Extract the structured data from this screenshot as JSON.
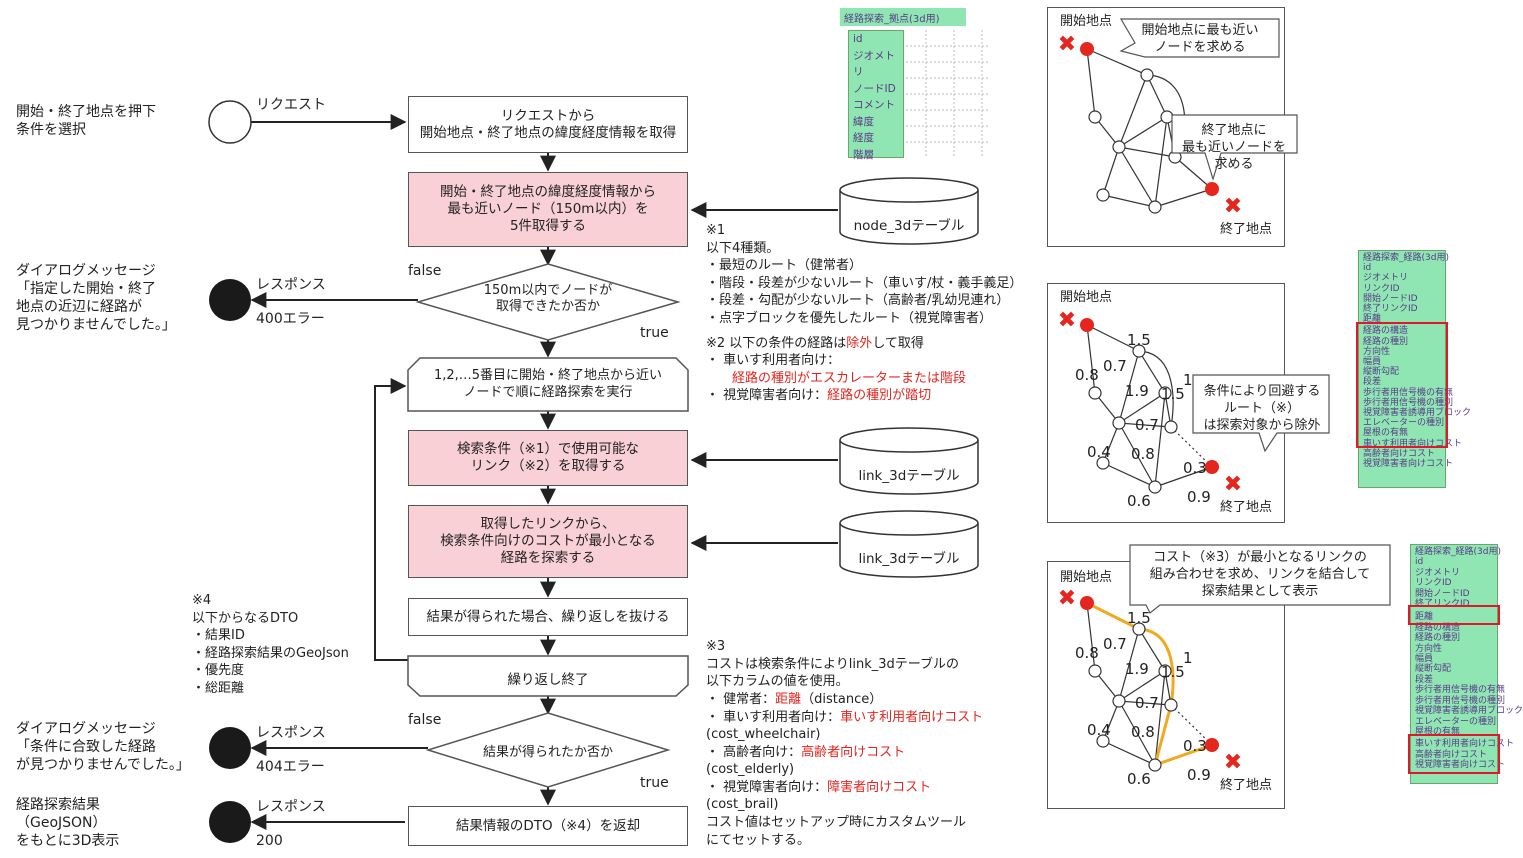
{
  "left": {
    "start_label": "開始・終了地点を押下\n条件を選択",
    "request": "リクエスト",
    "dialog1": "ダイアログメッセージ\n「指定した開始・終了\n地点の近辺に経路が\n見つかりませんでした。」",
    "dialog2": "ダイアログメッセージ\n「条件に合致した経路\nが見つかりませんでした。」",
    "result_label": "経路探索結果\n（GeoJSON）\nをもとに3D表示",
    "response": "レスポンス",
    "err400": "400エラー",
    "err404": "404エラー",
    "ok200": "200",
    "dto_note": "※4\n以下からなるDTO\n・結果ID\n・経路探索結果のGeoJson\n・優先度\n・総距離"
  },
  "flow": {
    "s1": "リクエストから\n開始地点・終了地点の緯度経度情報を取得",
    "s2": "開始・終了地点の緯度経度情報から\n最も近いノード（150m以内）を\n5件取得する",
    "d1": "150m以内でノードが\n取得できたか否か",
    "s3": "1,2,…5番目に開始・終了地点から近い\nノードで順に経路探索を実行",
    "s4": "検索条件（※1）で使用可能な\nリンク（※2）を取得する",
    "s5": "取得したリンクから、\n検索条件向けのコストが最小となる\n経路を探索する",
    "s6": "結果が得られた場合、繰り返しを抜ける",
    "s7": "繰り返し終了",
    "d2": "結果が得られたか否か",
    "s8": "結果情報のDTO（※4）を返却",
    "false": "false",
    "true": "true"
  },
  "db": {
    "node": "node_3dテーブル",
    "link1": "link_3dテーブル",
    "link2": "link_3dテーブル"
  },
  "notes": {
    "n1": "※1\n以下4種類。\n・最短のルート（健常者）\n・階段・段差が少ないルート（車いす/杖・義手義足）\n・段差・勾配が少ないルート（高齢者/乳幼児連れ）\n・点字ブロックを優先したルート（視覚障害者）",
    "n2a": "※2 以下の条件の経路は",
    "n2b": "除外",
    "n2c": "して取得",
    "n2d": "・ 車いす利用者向け：",
    "n2e": "経路の種別がエスカレーターまたは階段",
    "n2f": "・ 視覚障害者向け：",
    "n2g": "経路の種別が踏切",
    "n3a": "※3\nコストは検索条件によりlink_3dテーブルの\n以下カラムの値を使用。",
    "n3_1": "・ 健常者：",
    "n3_1r": "距離",
    "n3_1b": "（distance）",
    "n3_2": "・ 車いす利用者向け：",
    "n3_2r": "車いす利用者向けコスト",
    "n3_2b": "(cost_wheelchair)",
    "n3_3": "・ 高齢者向け：",
    "n3_3r": "高齢者向けコスト",
    "n3_3b": "(cost_elderly)",
    "n3_4": "・ 視覚障害者向け：",
    "n3_4r": "障害者向けコスト",
    "n3_4b": "(cost_brail)",
    "n3_end": "コスト値はセットアップ時にカスタムツール\nにてセットする。"
  },
  "tables": {
    "node_title": "経路探索_拠点(3d用)",
    "node_pk": "id",
    "node_cols": [
      "ジオメトリ",
      "ノードID",
      "コメント",
      "緯度",
      "経度",
      "階層"
    ],
    "link1_title": "経路探索_経路(3d用)",
    "link1_top": [
      "id",
      "ジオメトリ",
      "リンクID",
      "開始ノードID",
      "終了リンクID",
      "距離"
    ],
    "link1_hl": [
      "経路の構造",
      "経路の種別",
      "方向性",
      "幅員",
      "縦断勾配",
      "段差",
      "歩行者用信号機の有無",
      "歩行者用信号機の種別",
      "視覚障害者誘導用ブロック",
      "エレベーターの種別",
      "屋根の有無"
    ],
    "link1_bottom": [
      "車いす利用者向けコスト",
      "高齢者向けコスト",
      "視覚障害者向けコスト"
    ],
    "link2_title": "経路探索_経路(3d用)",
    "link2_top": [
      "id",
      "ジオメトリ",
      "リンクID",
      "開始ノードID",
      "終了リンクID"
    ],
    "link2_hl": "距離",
    "link2_mid": [
      "経路の構造",
      "経路の種別",
      "方向性",
      "幅員",
      "縦断勾配",
      "段差",
      "歩行者用信号機の有無",
      "歩行者用信号機の種別",
      "視覚障害者誘導用ブロック",
      "エレベーターの種別",
      "屋根の有無"
    ],
    "link2_bottom": [
      "車いす利用者向けコスト",
      "高齢者向けコスト",
      "視覚障害者向けコスト"
    ]
  },
  "maps": {
    "start": "開始地点",
    "end": "終了地点",
    "callout1": "開始地点に最も近い\nノードを求める",
    "callout2": "終了地点に\n最も近いノードを\n求める",
    "callout3": "条件により回避する\nルート（※）\nは探索対象から除外",
    "callout4": "コスト（※3）が最小となるリンクの\n組み合わせを求め、リンクを結合して\n探索結果として表示",
    "weights": [
      "1.5",
      "0.7",
      "0.8",
      "1.9",
      "1",
      "1.5",
      "0.7",
      "0.4",
      "0.8",
      "0.3",
      "0.6",
      "0.9"
    ]
  },
  "colors": {
    "pink": "#f9d0d6",
    "red": "#e4261f",
    "table_green": "#8fe6b3",
    "route": "#f2a91f"
  }
}
